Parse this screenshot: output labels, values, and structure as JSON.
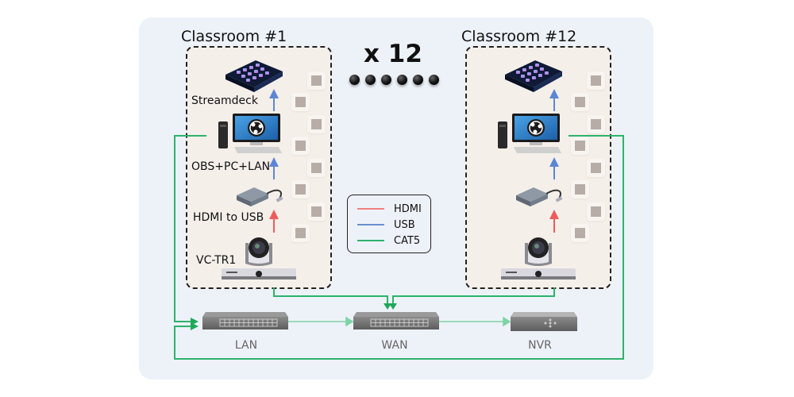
{
  "header": {
    "multiplier": "x 12",
    "ellipsis_dots": 6
  },
  "classrooms": [
    {
      "title": "Classroom #1",
      "devices": [
        {
          "name": "streamdeck",
          "label": "Streamdeck"
        },
        {
          "name": "pc",
          "label": "OBS+PC+LAN"
        },
        {
          "name": "hdmi-usb",
          "label": "HDMI to USB"
        },
        {
          "name": "camera",
          "label": "VC-TR1"
        }
      ]
    },
    {
      "title": "Classroom #12",
      "devices": [
        {
          "name": "streamdeck",
          "label": ""
        },
        {
          "name": "pc",
          "label": ""
        },
        {
          "name": "hdmi-usb",
          "label": ""
        },
        {
          "name": "camera",
          "label": ""
        }
      ]
    }
  ],
  "legend": {
    "items": [
      {
        "label": "HDMI",
        "color": "#f08080"
      },
      {
        "label": "USB",
        "color": "#6b8fd0"
      },
      {
        "label": "CAT5",
        "color": "#2db36a"
      }
    ]
  },
  "network": {
    "nodes": [
      {
        "name": "lan-switch",
        "label": "LAN"
      },
      {
        "name": "wan-switch",
        "label": "WAN"
      },
      {
        "name": "nvr",
        "label": "NVR"
      }
    ]
  },
  "colors": {
    "panel": "#edf2f9",
    "room": "#f5efea",
    "hdmi_arrow": "#ef5b5b",
    "usb_arrow": "#5b86d6",
    "cat5": "#2db36a",
    "cat5_light": "#7ed3a3"
  }
}
